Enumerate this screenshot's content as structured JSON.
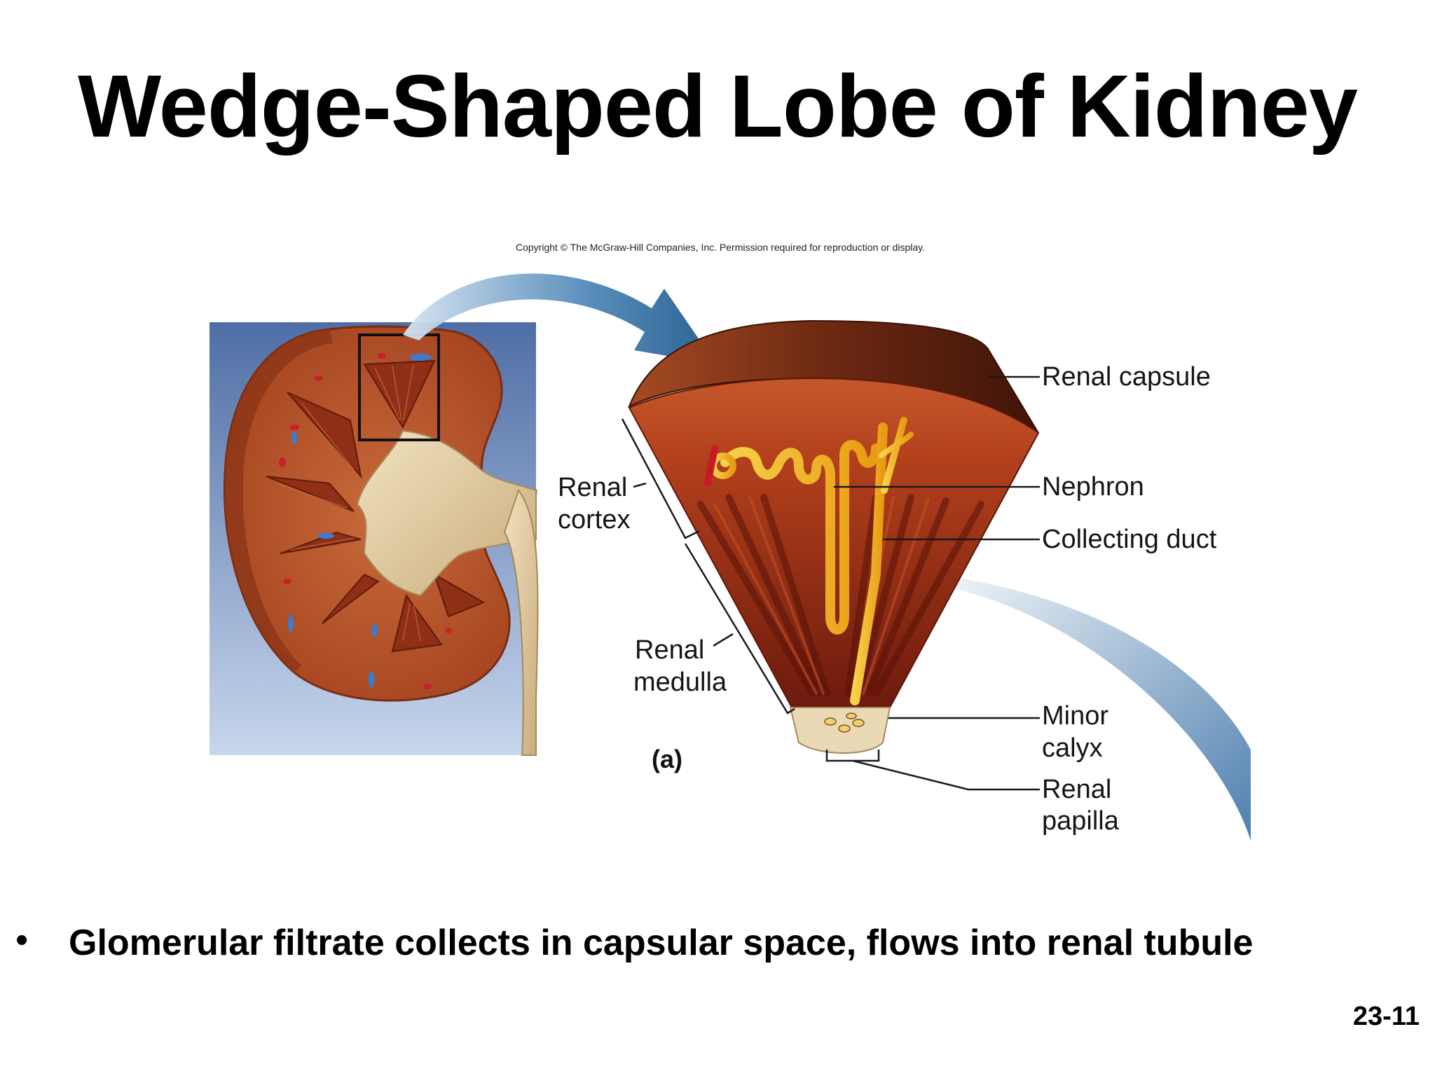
{
  "slide": {
    "title": "Wedge-Shaped Lobe of Kidney",
    "copyright": "Copyright © The McGraw-Hill Companies, Inc. Permission required for reproduction or display.",
    "bullet": "Glomerular filtrate collects in capsular space, flows into renal tubule",
    "bullet_symbol": "•",
    "slide_number": "23-11"
  },
  "figure": {
    "panel_label": "(a)",
    "labels": {
      "renal_capsule": "Renal capsule",
      "nephron": "Nephron",
      "collecting_duct": "Collecting duct",
      "renal_cortex_1": "Renal",
      "renal_cortex_2": "cortex",
      "renal_medulla_1": "Renal",
      "renal_medulla_2": "medulla",
      "minor_calyx_1": "Minor",
      "minor_calyx_2": "calyx",
      "renal_papilla_1": "Renal",
      "renal_papilla_2": "papilla"
    },
    "colors": {
      "kidney_tissue": "#b8532a",
      "capsule": "#6e2a14",
      "medulla_streaks": "#7a1e10",
      "nephron": "#f4c21a",
      "pelvis": "#e6d3ad",
      "inset_background": "#5d7db5",
      "arrow": "#2f6a9e"
    }
  }
}
